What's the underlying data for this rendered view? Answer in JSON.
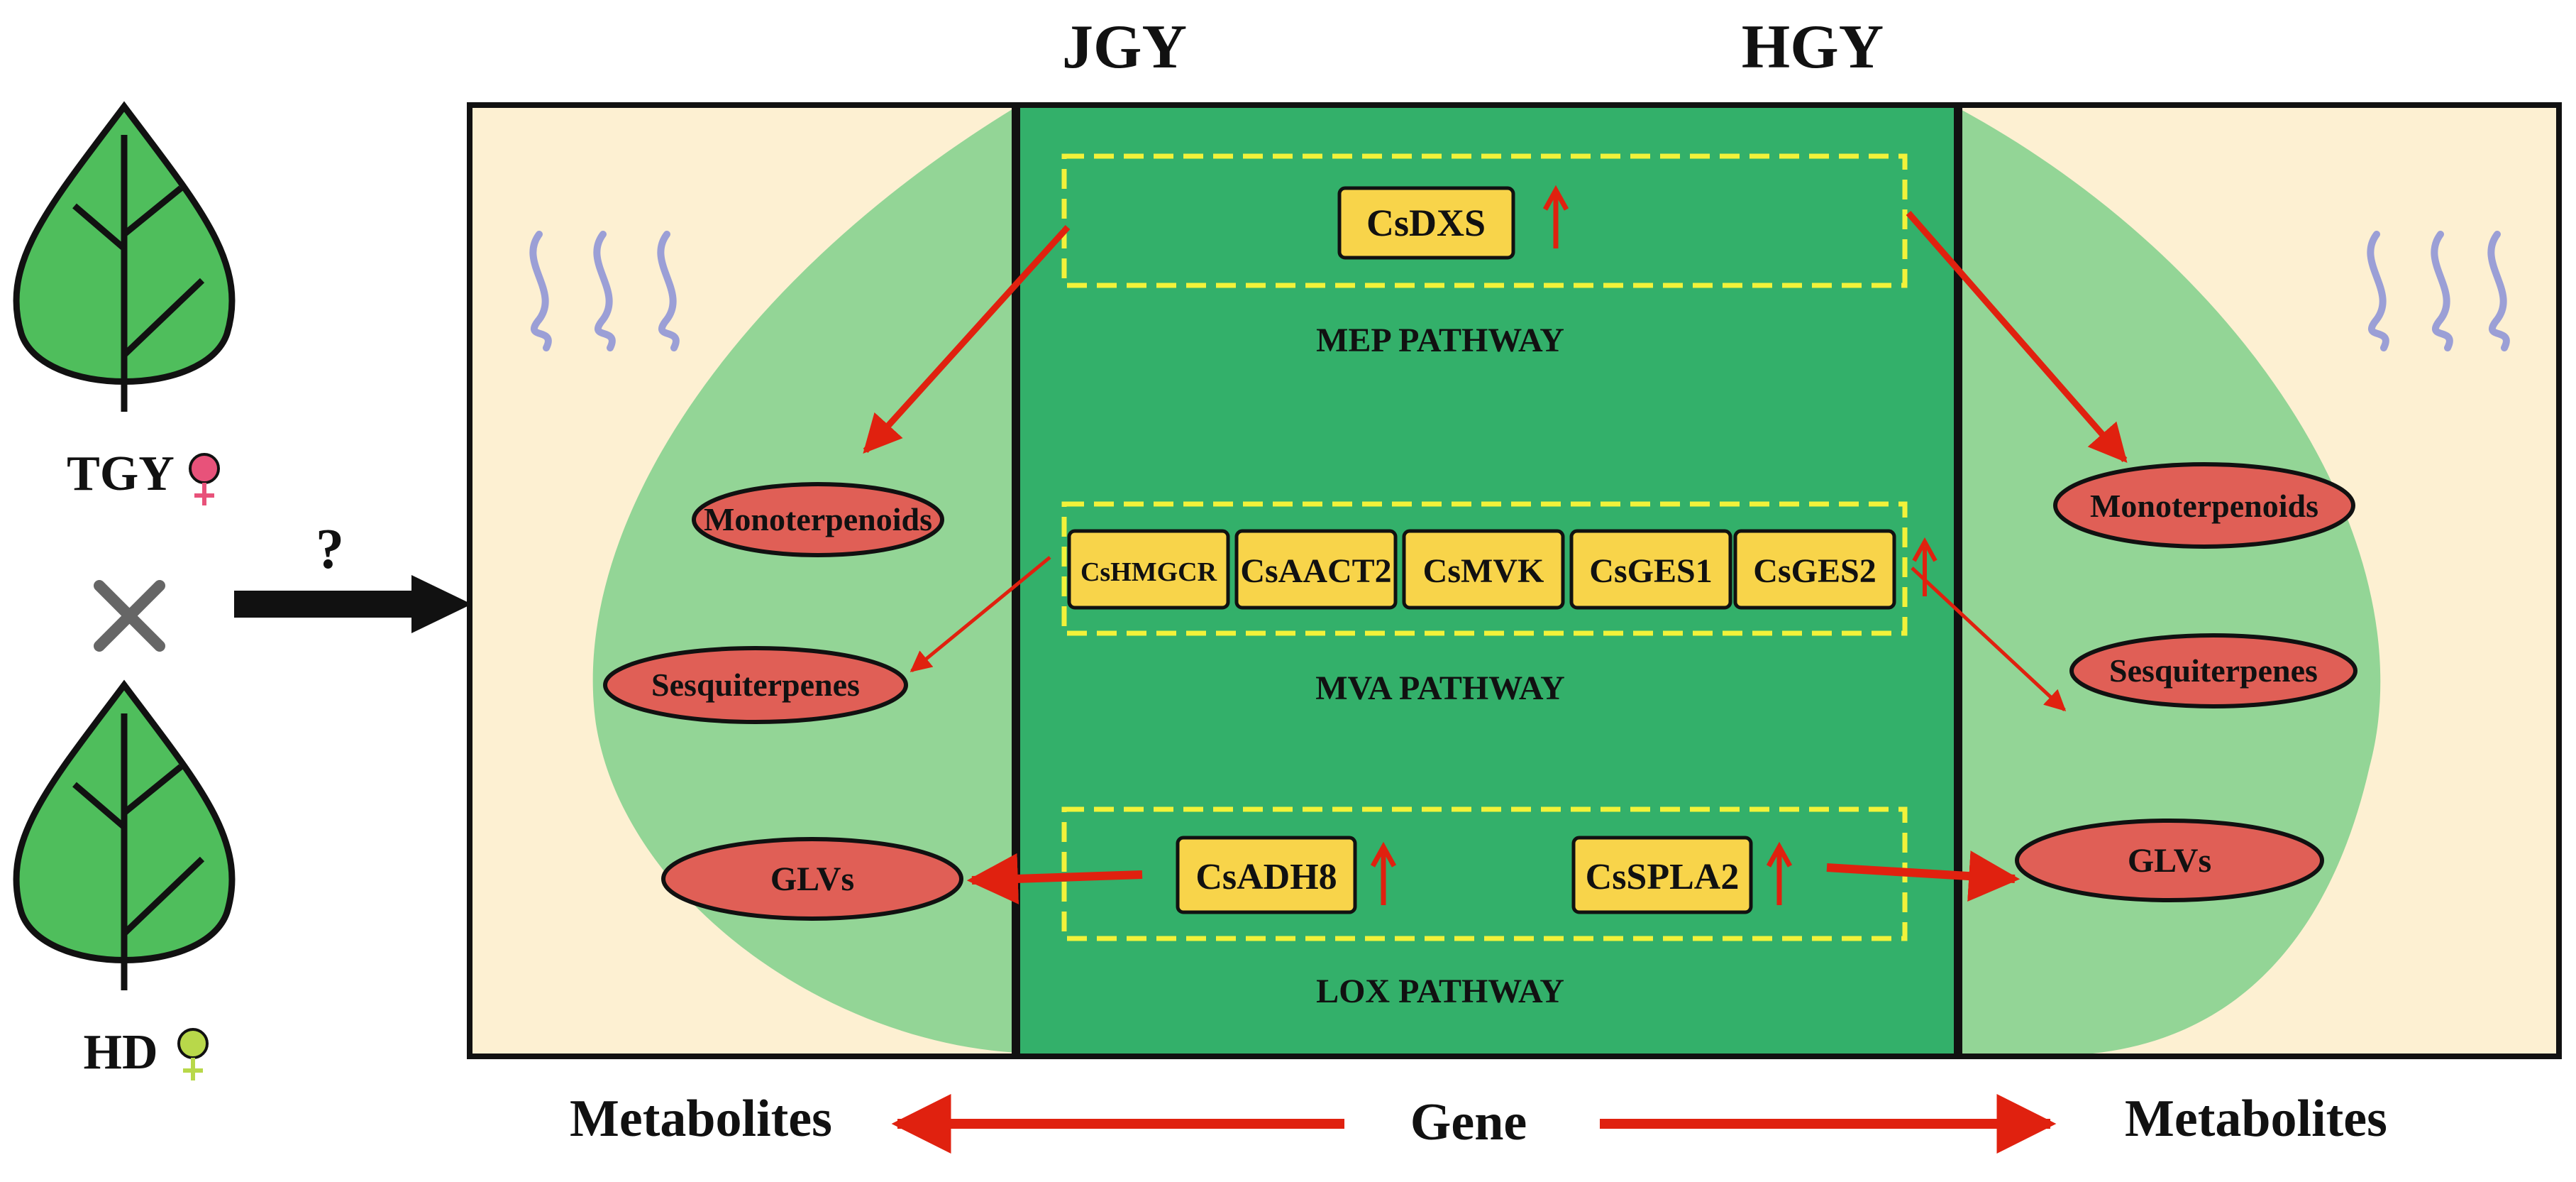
{
  "headers": {
    "left": "JGY",
    "right": "HGY"
  },
  "parents": {
    "female": {
      "label": "TGY",
      "icon": "female-symbol-icon",
      "color": "#e8527a"
    },
    "male": {
      "label": "HD",
      "icon": "male-symbol-icon",
      "color": "#b8d84a"
    },
    "cross_icon": "cross-icon",
    "question": "?"
  },
  "pathways": {
    "mep": {
      "name": "MEP PATHWAY",
      "genes": [
        "CsDXS"
      ]
    },
    "mva": {
      "name": "MVA PATHWAY",
      "genes": [
        "CsHMGCR",
        "CsAACT2",
        "CsMVK",
        "CsGES1",
        "CsGES2"
      ]
    },
    "lox": {
      "name": "LOX PATHWAY",
      "genes": [
        "CsADH8",
        "CsSPLA2"
      ]
    }
  },
  "metabolites_left": [
    "Monoterpenoids",
    "Sesquiterpenes",
    "GLVs"
  ],
  "metabolites_right": [
    "Monoterpenoids",
    "Sesquiterpenes",
    "GLVs"
  ],
  "footer": {
    "left": "Metabolites",
    "center": "Gene",
    "right": "Metabolites"
  },
  "colors": {
    "panel_bg": "#fdf0d2",
    "outer_green": "#93d596",
    "inner_green": "#33b06a",
    "gene_box": "#f8d44a",
    "metabolite": "#e05f56",
    "arrow_red": "#e0210f",
    "dash_yellow": "#f2f23a",
    "aroma_wave": "#9b9fd6",
    "leaf_green": "#4fbe5c"
  }
}
